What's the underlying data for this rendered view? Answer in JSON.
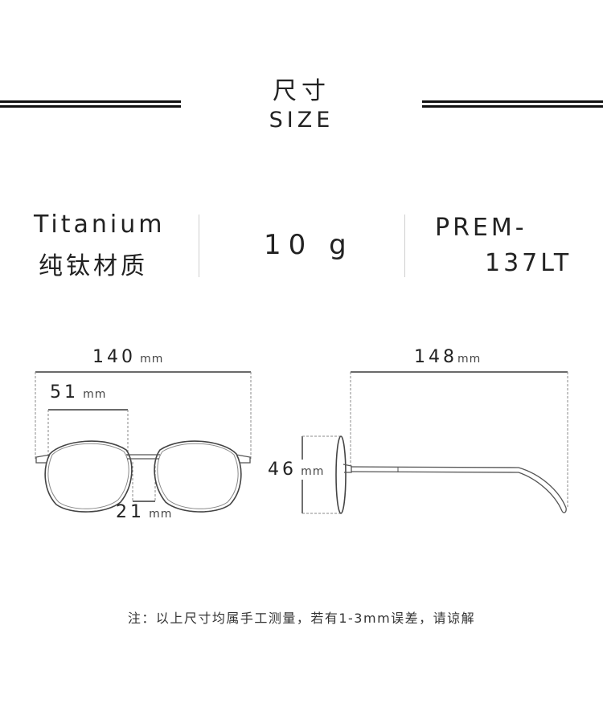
{
  "header": {
    "title_cn": "尺寸",
    "title_en": "SIZE"
  },
  "info": {
    "material_en": "Titanium",
    "material_cn": "纯钛材质",
    "weight": "10 g",
    "model_line1": "PREM-",
    "model_line2": "137LT"
  },
  "dimensions": {
    "total_width": {
      "value": "140",
      "unit": "mm"
    },
    "lens_width": {
      "value": "51",
      "unit": "mm"
    },
    "bridge_width": {
      "value": "21",
      "unit": "mm"
    },
    "temple_length": {
      "value": "148",
      "unit": "mm"
    },
    "lens_height": {
      "value": "46",
      "unit": "mm"
    }
  },
  "note": "注：以上尺寸均属手工测量，若有1-3mm误差，请谅解",
  "colors": {
    "line": "#111111",
    "frame": "#555555",
    "dashed": "#888888",
    "divider": "#cfcfcf"
  }
}
